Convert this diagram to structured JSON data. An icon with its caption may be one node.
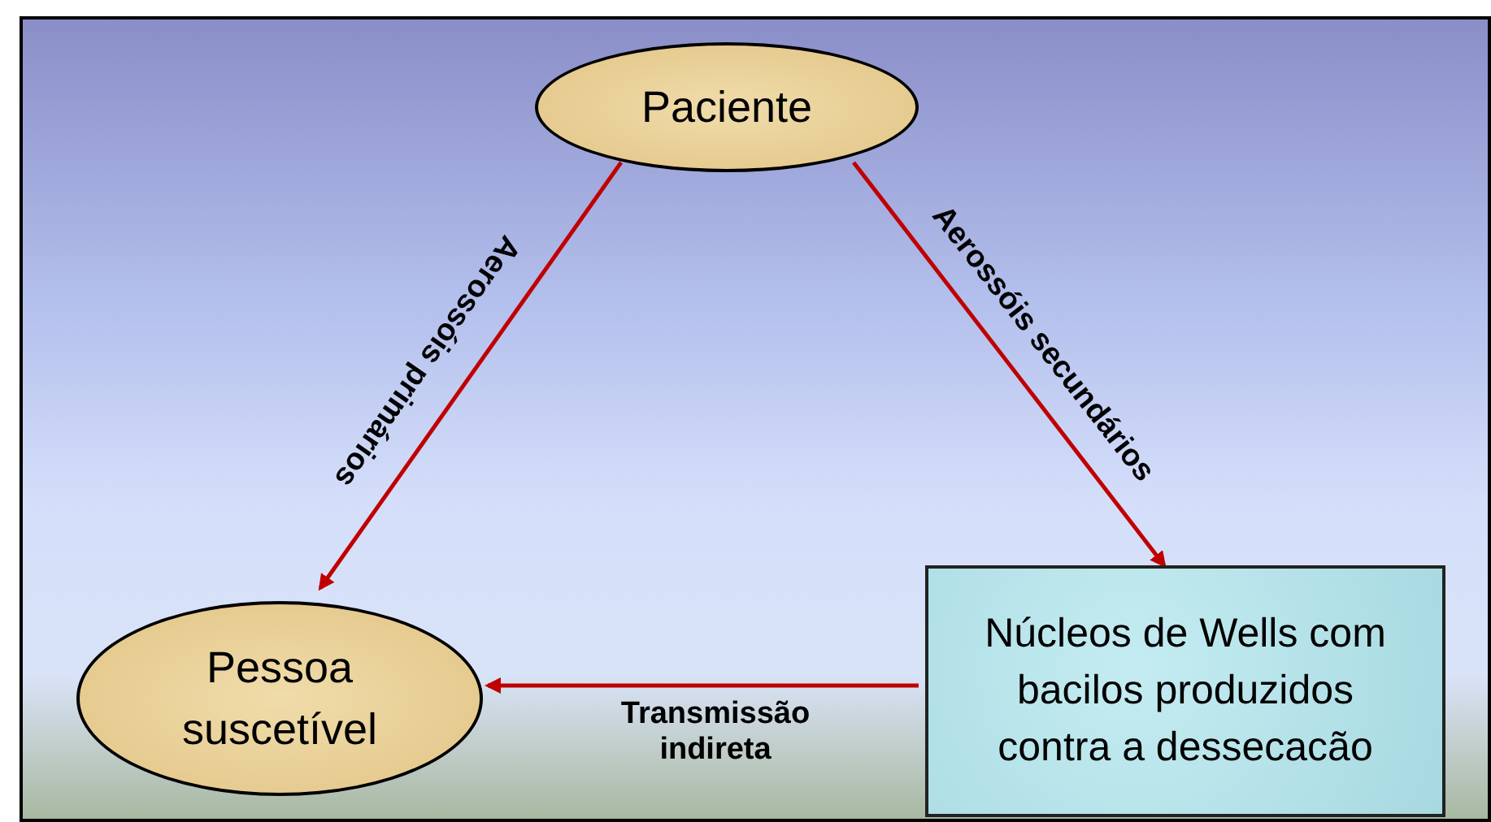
{
  "diagram": {
    "nodes": [
      {
        "text": [
          "Paciente"
        ]
      },
      {
        "text": [
          "Pessoa suscetível"
        ]
      },
      {
        "text": [
          "Núcleos de Wells com bacilos produzidos contra a dessecacão"
        ]
      }
    ],
    "edges": [
      {
        "from": 0,
        "to": 1,
        "arrow": "to",
        "label": "Aerossóis primários"
      },
      {
        "from": 0,
        "to": 2,
        "arrow": "to",
        "label": "Aerossóis secundários"
      },
      {
        "from": 2,
        "to": 1,
        "arrow": "to",
        "label": "Transmissão indireta"
      }
    ]
  }
}
